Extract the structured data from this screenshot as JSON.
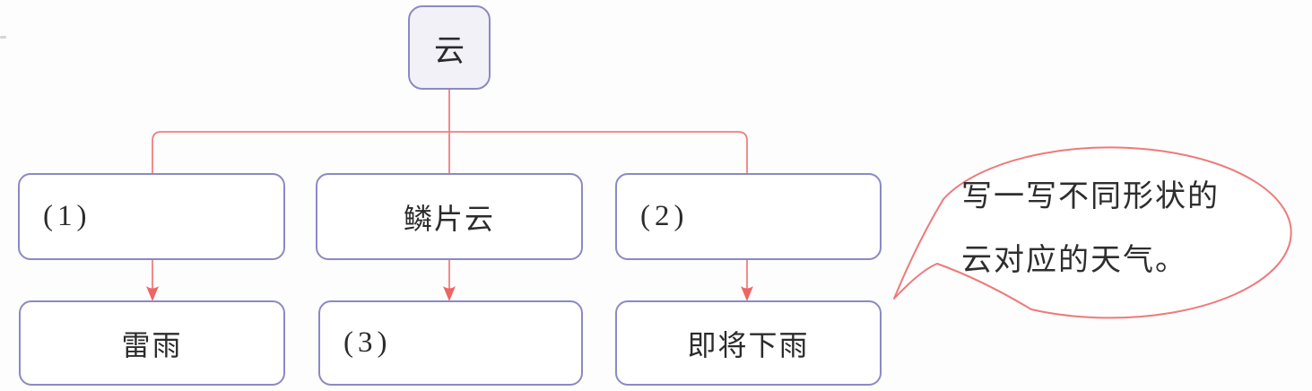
{
  "diagram_title": "cloud-shapes-weather-mindmap",
  "colors": {
    "box_border": "#8a8ac4",
    "root_box_fill": "#f2f1f8",
    "connector_red": "#f07f7f",
    "arrowhead_red": "#ee6565",
    "callout_stroke": "#ee7a7a",
    "text": "#2b2b2b",
    "background": "#fdfdfd"
  },
  "tree": {
    "root_label": "云",
    "middle_nodes": [
      {
        "label": "(1)",
        "type": "blank"
      },
      {
        "label": "鳞片云",
        "type": "filled"
      },
      {
        "label": "(2)",
        "type": "blank"
      }
    ],
    "bottom_nodes": [
      {
        "label": "雷雨",
        "type": "filled"
      },
      {
        "label": "(3)",
        "type": "blank"
      },
      {
        "label": "即将下雨",
        "type": "filled"
      }
    ]
  },
  "callout": {
    "line1": "写一写不同形状的",
    "line2": "云对应的天气。"
  }
}
